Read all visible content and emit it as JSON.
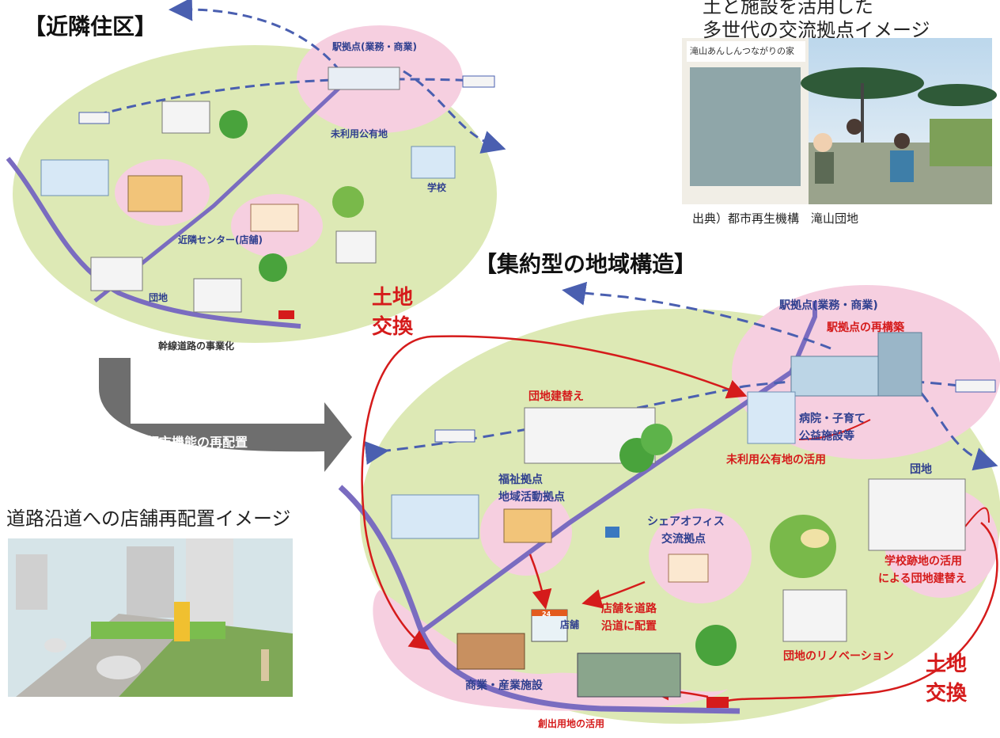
{
  "left_panel": {
    "title": "【近隣住区】",
    "labels": {
      "station": "駅拠点(業務・商業)",
      "unused_land": "未利用公有地",
      "school": "学校",
      "center": "近隣センター(店舗)",
      "danchi": "団地",
      "road": "幹線道路の事業化"
    }
  },
  "arrow_label": "都市機能の再配置",
  "photo_top": {
    "caption_line1": "土と施設を活用した",
    "caption_line2": "多世代の交流拠点イメージ",
    "sign_text": "滝山あんしんつながりの家",
    "source": "出典）都市再生機構　滝山団地"
  },
  "right_panel": {
    "title": "【集約型の地域構造】",
    "labels": {
      "station": "駅拠点(業務・商業)",
      "station_rebuild": "駅拠点の再構築",
      "danchi_rebuild": "団地建替え",
      "hospital": "病院・子育て",
      "public": "公益施設等",
      "unused_land": "未利用公有地の活用",
      "welfare": "福祉拠点",
      "community": "地域活動拠点",
      "share_office": "シェアオフィス",
      "exchange": "交流拠点",
      "danchi": "団地",
      "school_site_1": "学校跡地の活用",
      "school_site_2": "による団地建替え",
      "store_move_1": "店舗を道路",
      "store_move_2": "沿道に配置",
      "store": "店舗",
      "renovation": "団地のリノベーション",
      "commerce": "商業・産業施設",
      "created_land": "創出用地の活用",
      "land_swap_1_a": "土地",
      "land_swap_1_b": "交換",
      "land_swap_2_a": "土地",
      "land_swap_2_b": "交換",
      "store_24": "24"
    }
  },
  "road_caption": "道路沿道への店舗再配置イメージ",
  "colors": {
    "green_area": "#dde9b5",
    "pink_area": "#f6cfe0",
    "road_purple": "#7a6cc0",
    "rail_blue": "#4a5fb0",
    "red_arrow": "#d51b1b",
    "gray_arrow": "#6e6e6e"
  }
}
